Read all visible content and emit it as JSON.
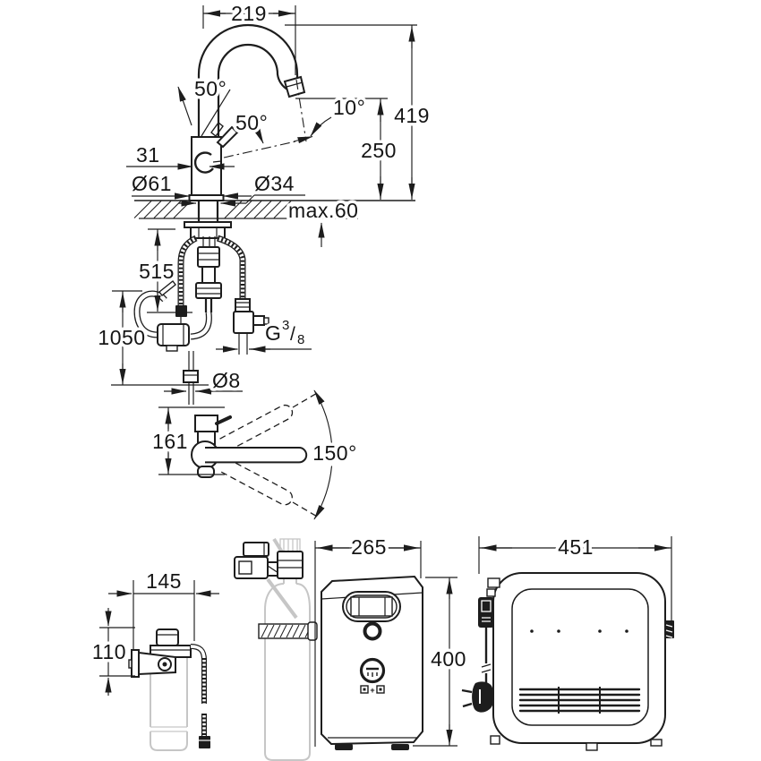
{
  "meta": {
    "drawing_type": "technical dimension drawing",
    "subject": "pull-out kitchen faucet with under-sink filter, CO2 bottle and cooler unit",
    "background": "#ffffff",
    "ink": "#1d1d1d",
    "ghost": "#c6c6c6"
  },
  "views": {
    "faucet_front": {
      "spout_reach": "219",
      "total_height": "419",
      "spout_height": "250",
      "lever_swing_a": "50°",
      "lever_swing_b": "50°",
      "outlet_angle": "10°",
      "lever_offset": "31",
      "body_diameter": "Ø61",
      "shank_diameter": "Ø34",
      "max_counter_thickness": "max.60"
    },
    "under_counter": {
      "connection_hose_length": "515",
      "pullout_hose_length": "1050",
      "supply_thread": {
        "letter": "G",
        "numerator": "3",
        "slash": "/",
        "denominator": "8"
      },
      "hose_diameter": "Ø8"
    },
    "plan": {
      "body_depth": "161",
      "swivel_range": "150°"
    },
    "filter": {
      "depth": "145",
      "head_height": "110"
    },
    "cooler_front": {
      "width": "265",
      "height": "400",
      "logo_plus": "+"
    },
    "cooler_side": {
      "depth": "451"
    }
  }
}
